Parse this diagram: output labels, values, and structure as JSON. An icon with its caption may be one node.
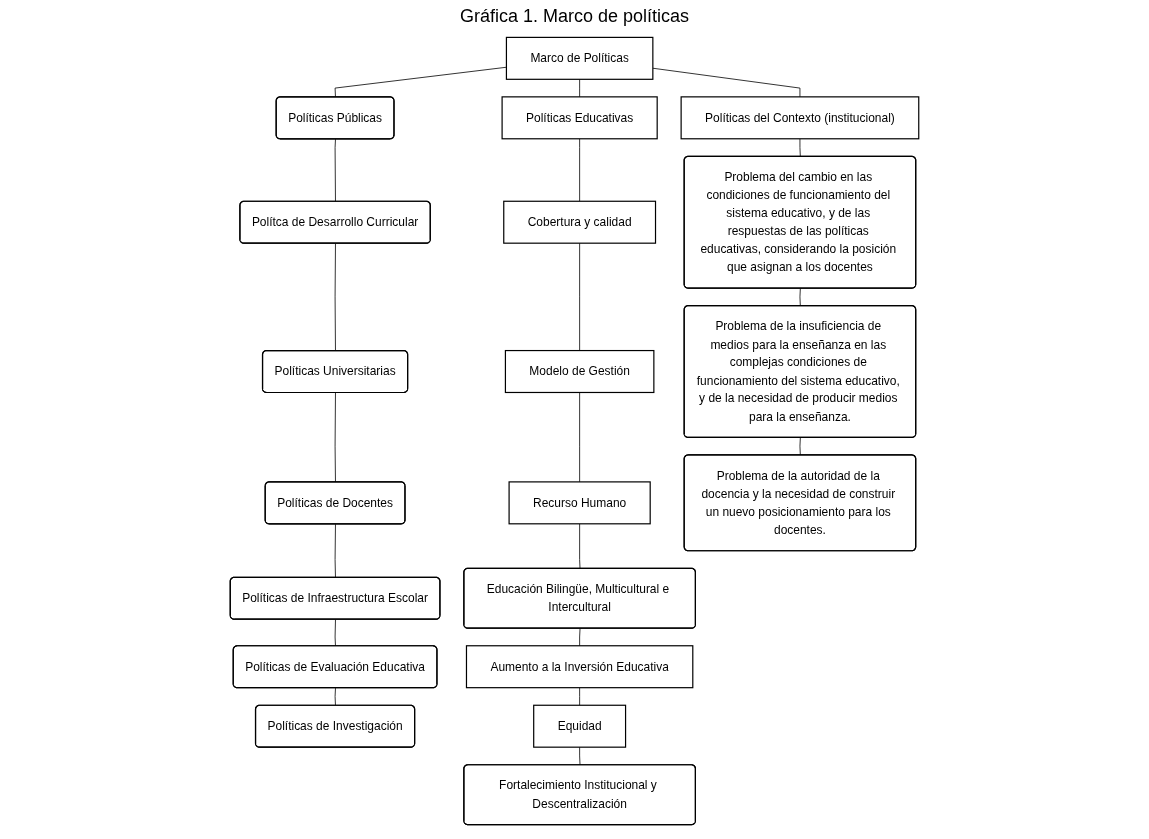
{
  "diagram": {
    "title": "Gráfica 1. Marco de políticas",
    "nodes": [
      {
        "text": [
          "Marco de Políticas"
        ]
      },
      {
        "text": [
          "Políticas Públicas"
        ]
      },
      {
        "text": [
          "Polítca de Desarrollo Curricular"
        ]
      },
      {
        "text": [
          "Políticas Universitarias"
        ]
      },
      {
        "text": [
          "Políticas de Docentes"
        ]
      },
      {
        "text": [
          "Políticas de Infraestructura Escolar"
        ]
      },
      {
        "text": [
          "Políticas de Evaluación Educativa"
        ]
      },
      {
        "text": [
          "Políticas de Investigación"
        ]
      },
      {
        "text": [
          "Políticas Educativas"
        ]
      },
      {
        "text": [
          "Cobertura y calidad"
        ]
      },
      {
        "text": [
          "Modelo de Gestión"
        ]
      },
      {
        "text": [
          "Recurso Humano"
        ]
      },
      {
        "text": [
          "Educación Bilingüe, Multicultural e Intercultural"
        ]
      },
      {
        "text": [
          "Aumento a la Inversión Educativa"
        ]
      },
      {
        "text": [
          "Equidad"
        ]
      },
      {
        "text": [
          "Fortalecimiento Institucional y Descentralización"
        ]
      },
      {
        "text": [
          "Políticas del Contexto (institucional)"
        ]
      },
      {
        "text": [
          "Problema del cambio en las condiciones de funcionamiento del sistema educativo, y de las respuestas de las políticas educativas, considerando la posición que asignan a los docentes"
        ]
      },
      {
        "text": [
          "Problema de la insuficiencia de medios para la enseñanza en las complejas condiciones de funcionamiento del sistema educativo, y de la necesidad de producir medios para la enseñanza."
        ]
      },
      {
        "text": [
          "Problema de la autoridad de la docencia y la necesidad de construir un nuevo posicionamiento para los docentes."
        ]
      }
    ],
    "edges": [
      {
        "from": 0,
        "to": 1,
        "arrow": "none"
      },
      {
        "from": 0,
        "to": 8,
        "arrow": "none"
      },
      {
        "from": 0,
        "to": 16,
        "arrow": "none"
      },
      {
        "from": 1,
        "to": 2,
        "arrow": "none"
      },
      {
        "from": 2,
        "to": 3,
        "arrow": "none"
      },
      {
        "from": 3,
        "to": 4,
        "arrow": "none"
      },
      {
        "from": 4,
        "to": 5,
        "arrow": "none"
      },
      {
        "from": 5,
        "to": 6,
        "arrow": "none"
      },
      {
        "from": 6,
        "to": 7,
        "arrow": "none"
      },
      {
        "from": 8,
        "to": 9,
        "arrow": "none"
      },
      {
        "from": 9,
        "to": 10,
        "arrow": "none"
      },
      {
        "from": 10,
        "to": 11,
        "arrow": "none"
      },
      {
        "from": 11,
        "to": 12,
        "arrow": "none"
      },
      {
        "from": 12,
        "to": 13,
        "arrow": "none"
      },
      {
        "from": 13,
        "to": 14,
        "arrow": "none"
      },
      {
        "from": 14,
        "to": 15,
        "arrow": "none"
      },
      {
        "from": 16,
        "to": 17,
        "arrow": "none"
      },
      {
        "from": 17,
        "to": 18,
        "arrow": "none"
      },
      {
        "from": 18,
        "to": 19,
        "arrow": "none"
      }
    ]
  }
}
